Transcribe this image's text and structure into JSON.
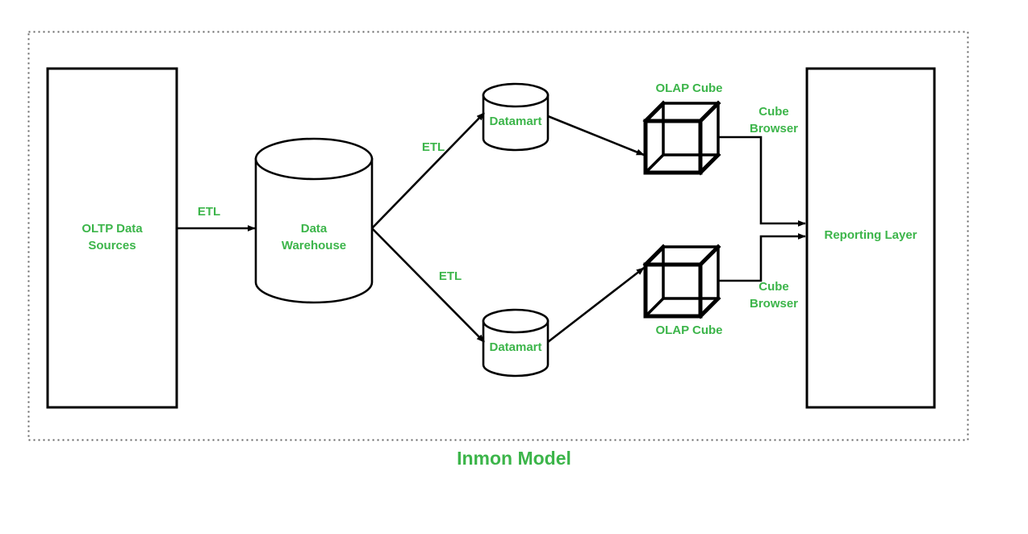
{
  "diagram": {
    "title": "Inmon Model",
    "accent_color": "#3cb54a",
    "line_color": "#000000",
    "border_color": "#666666",
    "background": "#ffffff",
    "nodes": {
      "oltp": {
        "label": "OLTP Data\nSources",
        "shape": "rectangle"
      },
      "data_warehouse": {
        "label": "Data\nWarehouse",
        "shape": "cylinder"
      },
      "datamart_top": {
        "label": "Datamart",
        "shape": "cylinder"
      },
      "datamart_bottom": {
        "label": "Datamart",
        "shape": "cylinder"
      },
      "olap_cube_top": {
        "label": "OLAP Cube",
        "shape": "cube"
      },
      "olap_cube_bottom": {
        "label": "OLAP Cube",
        "shape": "cube"
      },
      "reporting_layer": {
        "label": "Reporting Layer",
        "shape": "rectangle"
      }
    },
    "edges": {
      "oltp_to_dw": {
        "label": "ETL"
      },
      "dw_to_datamart_top": {
        "label": "ETL"
      },
      "dw_to_datamart_bottom": {
        "label": "ETL"
      },
      "datamart_top_to_cube": {
        "label": ""
      },
      "datamart_bottom_to_cube": {
        "label": ""
      },
      "cube_top_to_reporting": {
        "label": "Cube\nBrowser"
      },
      "cube_bottom_to_reporting": {
        "label": "Cube\nBrowser"
      }
    }
  }
}
